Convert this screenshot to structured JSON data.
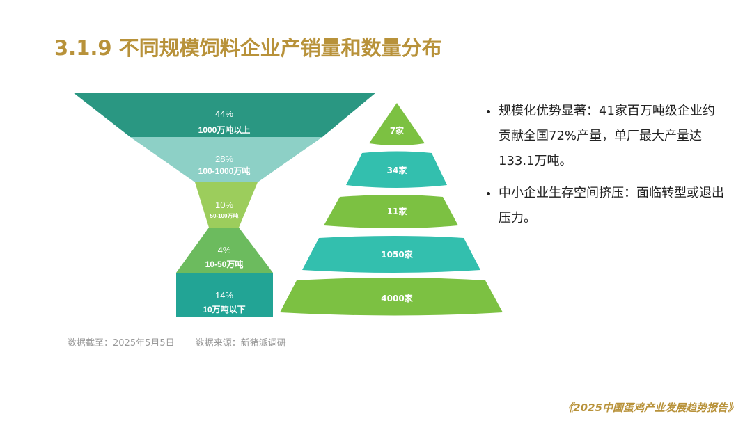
{
  "title": "3.1.9 不同规模饲料企业产销量和数量分布",
  "funnel": [
    {
      "percent": "44%",
      "label": "1000万吨以上",
      "color": "#2a9782"
    },
    {
      "percent": "28%",
      "label": "100-1000万吨",
      "color": "#8dd0c6"
    },
    {
      "percent": "10%",
      "label": "50-100万吨",
      "color": "#9ccd5c"
    },
    {
      "percent": "4%",
      "label": "10-50万吨",
      "color": "#6cbb5e"
    },
    {
      "percent": "14%",
      "label": "10万吨以下",
      "color": "#22a495"
    }
  ],
  "pyramid": [
    {
      "label": "7家",
      "color": "#7cc142"
    },
    {
      "label": "34家",
      "color": "#33bfae"
    },
    {
      "label": "11家",
      "color": "#7cc142"
    },
    {
      "label": "1050家",
      "color": "#33bfae"
    },
    {
      "label": "4000家",
      "color": "#7cc142"
    }
  ],
  "bullets": [
    "规模化优势显著：41家百万吨级企业约贡献全国72%产量，单厂最大产量达133.1万吨。",
    "中小企业生存空间挤压：面临转型或退出压力。"
  ],
  "notes": {
    "date": "数据截至：2025年5月5日",
    "source": "数据来源：新猪派调研"
  },
  "footer": "《2025中国蛋鸡产业发展趋势报告》"
}
